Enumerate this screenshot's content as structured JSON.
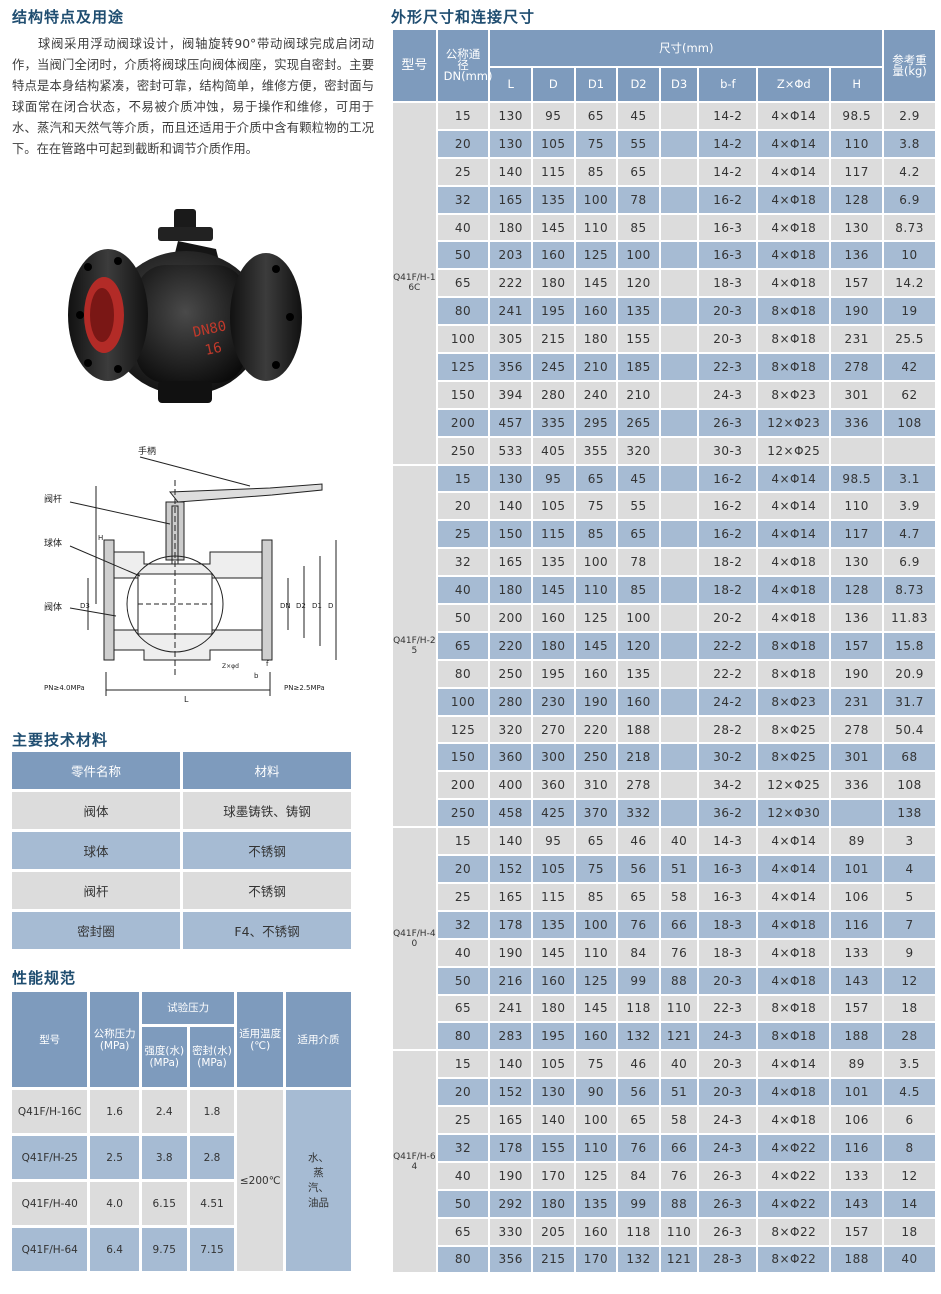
{
  "section_features": {
    "title": "结构特点及用途",
    "text": "球阀采用浮动阀球设计，阀轴旋转90°带动阀球完成启闭动作，当阀门全闭时，介质将阀球压向阀体阀座，实现自密封。主要特点是本身结构紧凑，密封可靠，结构简单，维修方便，密封面与球面常在闭合状态，不易被介质冲蚀，易于操作和维修，可用于水、蒸汽和天然气等介质，而且还适用于介质中含有颗粒物的工况下。在在管路中可起到截断和调节介质作用。"
  },
  "photo": {
    "marking_line1": "DN80",
    "marking_line2": "16"
  },
  "drawing": {
    "labels": {
      "handle": "手柄",
      "stem": "阀杆",
      "ball": "球体",
      "body": "阀体"
    },
    "pn_left": "PN≥4.0MPa",
    "pn_right": "PN≥2.5MPa",
    "dims": {
      "L": "L",
      "H": "H",
      "D": "D",
      "D1": "D1",
      "D2": "D2",
      "D3": "D3",
      "DN": "DN",
      "b": "b",
      "f": "f",
      "zd": "Z×φd"
    }
  },
  "section_materials": {
    "title": "主要技术材料",
    "headers": [
      "零件名称",
      "材料"
    ],
    "rows": [
      [
        "阀体",
        "球墨铸铁、铸钢"
      ],
      [
        "球体",
        "不锈钢"
      ],
      [
        "阀杆",
        "不锈钢"
      ],
      [
        "密封圈",
        "F4、不锈钢"
      ]
    ]
  },
  "section_perf": {
    "title": "性能规范",
    "headers": {
      "model": "型号",
      "pressure": "公称压力(MPa)",
      "test": "试验压力",
      "strength": "强度(水)(MPa)",
      "seal": "密封(水)(MPa)",
      "temp": "适用温度(℃)",
      "medium": "适用介质"
    },
    "rows": [
      {
        "model": "Q41F/H-16C",
        "pn": "1.6",
        "strength": "2.4",
        "seal": "1.8"
      },
      {
        "model": "Q41F/H-25",
        "pn": "2.5",
        "strength": "3.8",
        "seal": "2.8"
      },
      {
        "model": "Q41F/H-40",
        "pn": "4.0",
        "strength": "6.15",
        "seal": "4.51"
      },
      {
        "model": "Q41F/H-64",
        "pn": "6.4",
        "strength": "9.75",
        "seal": "7.15"
      }
    ],
    "temp": "≤200℃",
    "medium": "水、蒸汽、油品"
  },
  "section_dims": {
    "title": "外形尺寸和连接尺寸",
    "headers": {
      "model": "型号",
      "dn": "公称通径DN(mm)",
      "size": "尺寸(mm)",
      "cols": [
        "L",
        "D",
        "D1",
        "D2",
        "D3",
        "b-f",
        "Z×Φd",
        "H"
      ],
      "weight": "参考重量(kg)"
    },
    "groups": [
      {
        "model": "Q41F/H-16C",
        "rows": [
          [
            "15",
            "130",
            "95",
            "65",
            "45",
            "",
            "14-2",
            "4×Φ14",
            "98.5",
            "2.9"
          ],
          [
            "20",
            "130",
            "105",
            "75",
            "55",
            "",
            "14-2",
            "4×Φ14",
            "110",
            "3.8"
          ],
          [
            "25",
            "140",
            "115",
            "85",
            "65",
            "",
            "14-2",
            "4×Φ14",
            "117",
            "4.2"
          ],
          [
            "32",
            "165",
            "135",
            "100",
            "78",
            "",
            "16-2",
            "4×Φ18",
            "128",
            "6.9"
          ],
          [
            "40",
            "180",
            "145",
            "110",
            "85",
            "",
            "16-3",
            "4×Φ18",
            "130",
            "8.73"
          ],
          [
            "50",
            "203",
            "160",
            "125",
            "100",
            "",
            "16-3",
            "4×Φ18",
            "136",
            "10"
          ],
          [
            "65",
            "222",
            "180",
            "145",
            "120",
            "",
            "18-3",
            "4×Φ18",
            "157",
            "14.2"
          ],
          [
            "80",
            "241",
            "195",
            "160",
            "135",
            "",
            "20-3",
            "8×Φ18",
            "190",
            "19"
          ],
          [
            "100",
            "305",
            "215",
            "180",
            "155",
            "",
            "20-3",
            "8×Φ18",
            "231",
            "25.5"
          ],
          [
            "125",
            "356",
            "245",
            "210",
            "185",
            "",
            "22-3",
            "8×Φ18",
            "278",
            "42"
          ],
          [
            "150",
            "394",
            "280",
            "240",
            "210",
            "",
            "24-3",
            "8×Φ23",
            "301",
            "62"
          ],
          [
            "200",
            "457",
            "335",
            "295",
            "265",
            "",
            "26-3",
            "12×Φ23",
            "336",
            "108"
          ],
          [
            "250",
            "533",
            "405",
            "355",
            "320",
            "",
            "30-3",
            "12×Φ25",
            "",
            ""
          ]
        ]
      },
      {
        "model": "Q41F/H-25",
        "rows": [
          [
            "15",
            "130",
            "95",
            "65",
            "45",
            "",
            "16-2",
            "4×Φ14",
            "98.5",
            "3.1"
          ],
          [
            "20",
            "140",
            "105",
            "75",
            "55",
            "",
            "16-2",
            "4×Φ14",
            "110",
            "3.9"
          ],
          [
            "25",
            "150",
            "115",
            "85",
            "65",
            "",
            "16-2",
            "4×Φ14",
            "117",
            "4.7"
          ],
          [
            "32",
            "165",
            "135",
            "100",
            "78",
            "",
            "18-2",
            "4×Φ18",
            "130",
            "6.9"
          ],
          [
            "40",
            "180",
            "145",
            "110",
            "85",
            "",
            "18-2",
            "4×Φ18",
            "128",
            "8.73"
          ],
          [
            "50",
            "200",
            "160",
            "125",
            "100",
            "",
            "20-2",
            "4×Φ18",
            "136",
            "11.83"
          ],
          [
            "65",
            "220",
            "180",
            "145",
            "120",
            "",
            "22-2",
            "8×Φ18",
            "157",
            "15.8"
          ],
          [
            "80",
            "250",
            "195",
            "160",
            "135",
            "",
            "22-2",
            "8×Φ18",
            "190",
            "20.9"
          ],
          [
            "100",
            "280",
            "230",
            "190",
            "160",
            "",
            "24-2",
            "8×Φ23",
            "231",
            "31.7"
          ],
          [
            "125",
            "320",
            "270",
            "220",
            "188",
            "",
            "28-2",
            "8×Φ25",
            "278",
            "50.4"
          ],
          [
            "150",
            "360",
            "300",
            "250",
            "218",
            "",
            "30-2",
            "8×Φ25",
            "301",
            "68"
          ],
          [
            "200",
            "400",
            "360",
            "310",
            "278",
            "",
            "34-2",
            "12×Φ25",
            "336",
            "108"
          ],
          [
            "250",
            "458",
            "425",
            "370",
            "332",
            "",
            "36-2",
            "12×Φ30",
            "",
            "138"
          ]
        ]
      },
      {
        "model": "Q41F/H-40",
        "rows": [
          [
            "15",
            "140",
            "95",
            "65",
            "46",
            "40",
            "14-3",
            "4×Φ14",
            "89",
            "3"
          ],
          [
            "20",
            "152",
            "105",
            "75",
            "56",
            "51",
            "16-3",
            "4×Φ14",
            "101",
            "4"
          ],
          [
            "25",
            "165",
            "115",
            "85",
            "65",
            "58",
            "16-3",
            "4×Φ14",
            "106",
            "5"
          ],
          [
            "32",
            "178",
            "135",
            "100",
            "76",
            "66",
            "18-3",
            "4×Φ18",
            "116",
            "7"
          ],
          [
            "40",
            "190",
            "145",
            "110",
            "84",
            "76",
            "18-3",
            "4×Φ18",
            "133",
            "9"
          ],
          [
            "50",
            "216",
            "160",
            "125",
            "99",
            "88",
            "20-3",
            "4×Φ18",
            "143",
            "12"
          ],
          [
            "65",
            "241",
            "180",
            "145",
            "118",
            "110",
            "22-3",
            "8×Φ18",
            "157",
            "18"
          ],
          [
            "80",
            "283",
            "195",
            "160",
            "132",
            "121",
            "24-3",
            "8×Φ18",
            "188",
            "28"
          ]
        ]
      },
      {
        "model": "Q41F/H-64",
        "rows": [
          [
            "15",
            "140",
            "105",
            "75",
            "46",
            "40",
            "20-3",
            "4×Φ14",
            "89",
            "3.5"
          ],
          [
            "20",
            "152",
            "130",
            "90",
            "56",
            "51",
            "20-3",
            "4×Φ18",
            "101",
            "4.5"
          ],
          [
            "25",
            "165",
            "140",
            "100",
            "65",
            "58",
            "24-3",
            "4×Φ18",
            "106",
            "6"
          ],
          [
            "32",
            "178",
            "155",
            "110",
            "76",
            "66",
            "24-3",
            "4×Φ22",
            "116",
            "8"
          ],
          [
            "40",
            "190",
            "170",
            "125",
            "84",
            "76",
            "26-3",
            "4×Φ22",
            "133",
            "12"
          ],
          [
            "50",
            "292",
            "180",
            "135",
            "99",
            "88",
            "26-3",
            "4×Φ22",
            "143",
            "14"
          ],
          [
            "65",
            "330",
            "205",
            "160",
            "118",
            "110",
            "26-3",
            "8×Φ22",
            "157",
            "18"
          ],
          [
            "80",
            "356",
            "215",
            "170",
            "132",
            "121",
            "28-3",
            "8×Φ22",
            "188",
            "40"
          ]
        ]
      }
    ]
  }
}
